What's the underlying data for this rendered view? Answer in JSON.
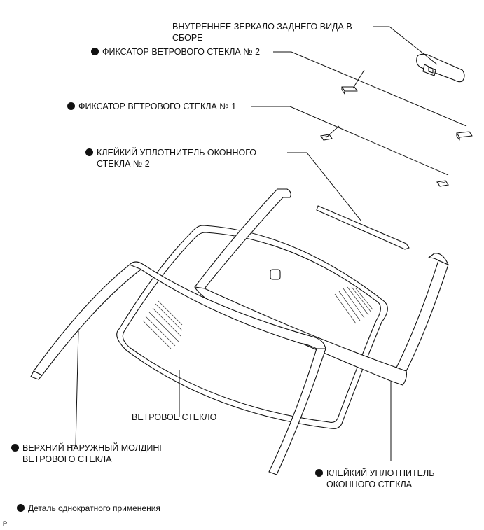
{
  "labels": {
    "mirror": [
      "ВНУТРЕННЕЕ ЗЕРКАЛО ЗАДНЕГО ВИДА В",
      "СБОРЕ"
    ],
    "retainer2": "ФИКСАТОР ВЕТРОВОГО СТЕКЛА № 2",
    "retainer1": "ФИКСАТОР ВЕТРОВОГО СТЕКЛА № 1",
    "dam2": [
      "КЛЕЙКИЙ УПЛОТНИТЕЛЬ ОКОННОГО",
      "СТЕКЛА № 2"
    ],
    "windshield": "ВЕТРОВОЕ СТЕКЛО",
    "molding": [
      "ВЕРХНИЙ НАРУЖНЫЙ МОЛДИНГ",
      "ВЕТРОВОГО СТЕКЛА"
    ],
    "dam1": [
      "КЛЕЙКИЙ УПЛОТНИТЕЛЬ",
      "ОКОННОГО СТЕКЛА"
    ]
  },
  "legend": "Деталь однократного применения",
  "corner_mark": "P"
}
